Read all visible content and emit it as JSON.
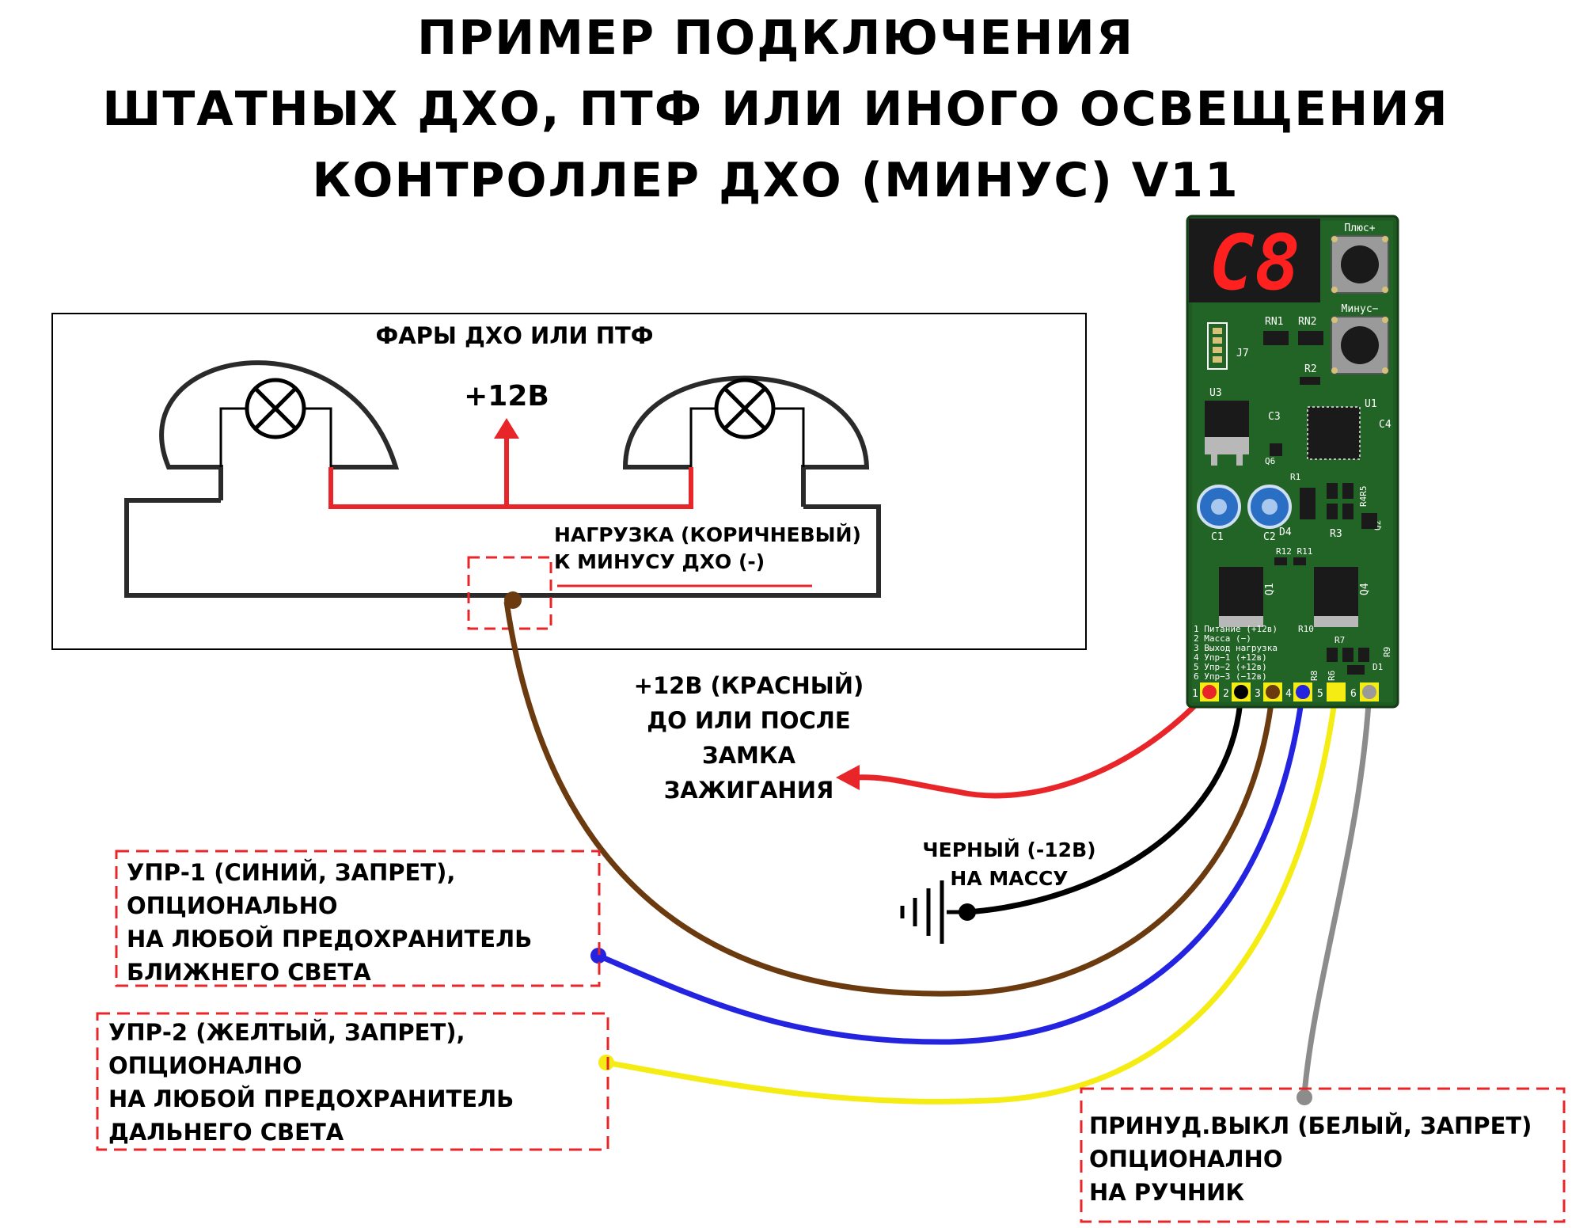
{
  "title": {
    "line1": "ПРИМЕР ПОДКЛЮЧЕНИЯ",
    "line2": "ШТАТНЫХ ДХО, ПТФ ИЛИ ИНОГО ОСВЕЩЕНИЯ",
    "line3": "КОНТРОЛЛЕР ДХО (МИНУС) V11"
  },
  "headlights": {
    "label": "ФАРЫ ДХО ИЛИ ПТФ",
    "plus12": "+12В",
    "load_line1": "НАГРУЗКА (КОРИЧНЕВЫЙ)",
    "load_line2": "К МИНУСУ ДХО (-)"
  },
  "power": {
    "line1": "+12В (КРАСНЫЙ)",
    "line2": "ДО ИЛИ ПОСЛЕ",
    "line3": "ЗАМКА",
    "line4": "ЗАЖИГАНИЯ"
  },
  "ground": {
    "line1": "ЧЕРНЫЙ (-12В)",
    "line2": "НА МАССУ"
  },
  "upr1": {
    "line1": "УПР-1 (СИНИЙ, ЗАПРЕТ),",
    "line2": "ОПЦИОНАЛЬНО",
    "line3": "НА ЛЮБОЙ ПРЕДОХРАНИТЕЛЬ",
    "line4": "БЛИЖНЕГО СВЕТА"
  },
  "upr2": {
    "line1": "УПР-2 (ЖЕЛТЫЙ, ЗАПРЕТ),",
    "line2": "ОПЦИОНАЛНО",
    "line3": "НА ЛЮБОЙ ПРЕДОХРАНИТЕЛЬ",
    "line4": "ДАЛЬНЕГО СВЕТА"
  },
  "forced_off": {
    "line1": "ПРИНУД.ВЫКЛ (БЕЛЫЙ, ЗАПРЕТ)",
    "line2": "ОПЦИОНАЛНО",
    "line3": "НА РУЧНИК"
  },
  "pcb": {
    "display": "C8",
    "btn_plus": "Плюс+",
    "btn_minus": "Минус−",
    "rn1": "RN1",
    "rn2": "RN2",
    "j7": "J7",
    "r2": "R2",
    "u3": "U3",
    "u1": "U1",
    "c3": "C3",
    "c4": "C4",
    "q6": "Q6",
    "r1": "R1",
    "r4r5": "R4R5",
    "c1": "C1",
    "c2": "C2",
    "d4": "D4",
    "r3": "R3",
    "q2": "Q2",
    "r12r11": "R12 R11",
    "q1": "Q1",
    "q4": "Q4",
    "r10": "R10",
    "r7": "R7",
    "r8": "R8",
    "r9": "R9",
    "r6": "R6",
    "d1": "D1",
    "pin_legend": [
      "1 Питание (+12в)",
      "2 Масса (−)",
      "3 Выход нагрузка",
      "4 Упр−1 (+12в)",
      "5 Упр−2 (+12в)",
      "6 Упр−3 (−12в)"
    ],
    "pin_numbers": [
      "1",
      "2",
      "3",
      "4",
      "5",
      "6"
    ]
  },
  "colors": {
    "red": "#e8262a",
    "black": "#000000",
    "brown": "#6b3a0e",
    "blue": "#2323e0",
    "yellow": "#f5ec14",
    "gray": "#8c8c8c",
    "pcb_green": "#1f5a22",
    "display_red": "#ff2020",
    "dash_red": "#e8262a"
  },
  "icons": [
    "lamp-icon",
    "ground-symbol-icon",
    "arrow-up-icon",
    "arrow-left-icon"
  ]
}
